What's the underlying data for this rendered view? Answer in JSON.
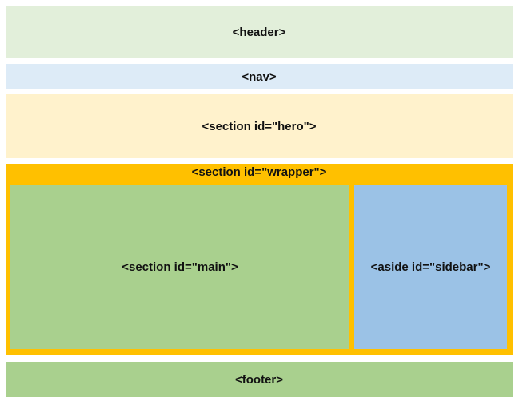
{
  "colors": {
    "header": "#e2efda",
    "nav": "#ddebf7",
    "hero": "#fff2cc",
    "wrapper": "#ffc000",
    "main": "#a9d08e",
    "sidebar": "#9bc2e6",
    "footer": "#a9d08e"
  },
  "blocks": {
    "header": "<header>",
    "nav": "<nav>",
    "hero": "<section id=\"hero\">",
    "wrapper": "<section id=\"wrapper\">",
    "main": "<section id=\"main\">",
    "sidebar": "<aside id=\"sidebar\">",
    "footer": "<footer>"
  }
}
